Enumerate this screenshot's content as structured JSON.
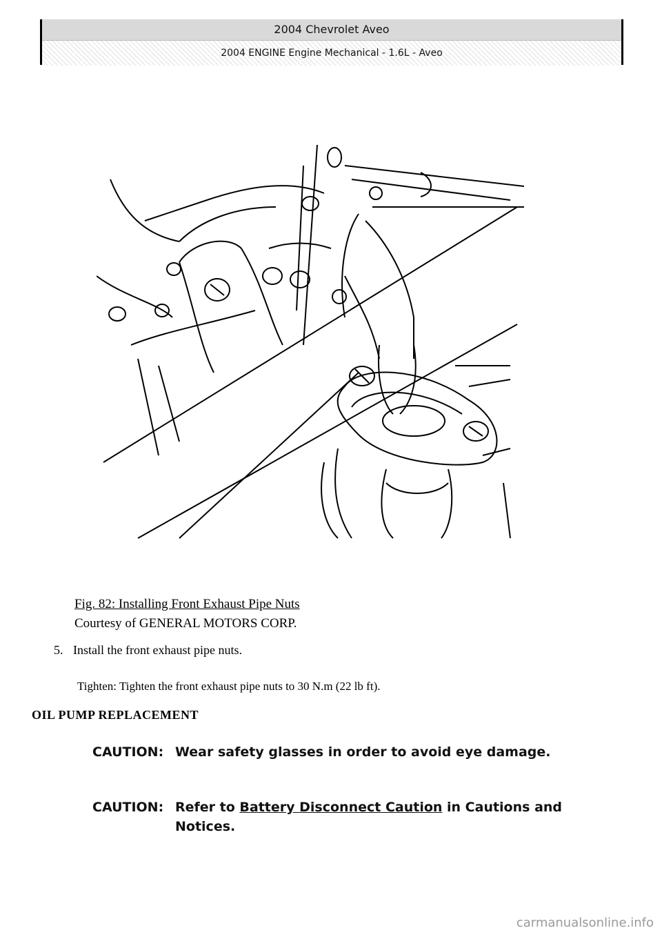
{
  "header": {
    "title": "2004 Chevrolet Aveo",
    "subtitle": "2004 ENGINE Engine Mechanical - 1.6L - Aveo"
  },
  "figure": {
    "caption_title": "Fig. 82: Installing Front Exhaust Pipe Nuts",
    "caption_credit": "Courtesy of GENERAL MOTORS CORP."
  },
  "step": {
    "number": "5.",
    "text": "Install the front exhaust pipe nuts."
  },
  "tighten": {
    "text": "Tighten: Tighten the front exhaust pipe nuts to 30 N.m (22 lb ft)."
  },
  "section": {
    "heading": "OIL PUMP REPLACEMENT"
  },
  "cautions": [
    {
      "label": "CAUTION:",
      "text": "Wear safety glasses in order to avoid eye damage."
    },
    {
      "label": "CAUTION:",
      "text_before": "Refer to ",
      "link": "Battery Disconnect Caution",
      "text_after": " in Cautions and Notices."
    }
  ],
  "watermark": "carmanualsonline.info"
}
